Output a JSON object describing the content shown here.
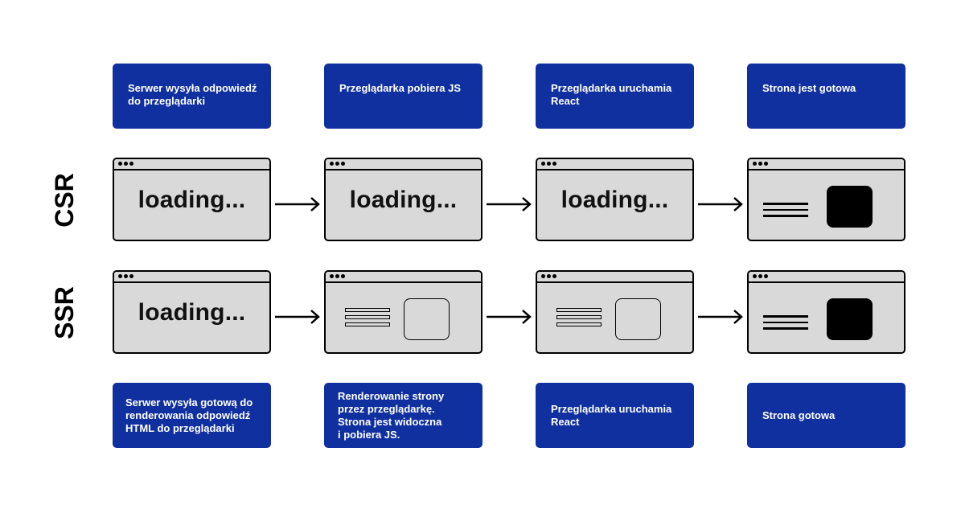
{
  "rows": {
    "csr_label": "CSR",
    "ssr_label": "SSR"
  },
  "top_captions": [
    "Serwer wysyła odpowiedź\ndo przeglądarki",
    "Przeglądarka pobiera JS",
    "Przeglądarka uruchamia\nReact",
    "Strona jest gotowa"
  ],
  "bottom_captions": [
    "Serwer wysyła gotową do\nrenderowania odpowiedź\nHTML do przeglądarki",
    "Renderowanie strony\nprzez przeglądarkę.\nStrona jest widoczna\ni pobiera JS.",
    "Przeglądarka uruchamia\nReact",
    "Strona gotowa"
  ],
  "loading_text": "loading...",
  "colors": {
    "caption_bg": "#1130a0",
    "window_bg": "#d9d9d9",
    "outline": "#000000"
  },
  "icons": {
    "arrow": "arrow-right-icon"
  }
}
